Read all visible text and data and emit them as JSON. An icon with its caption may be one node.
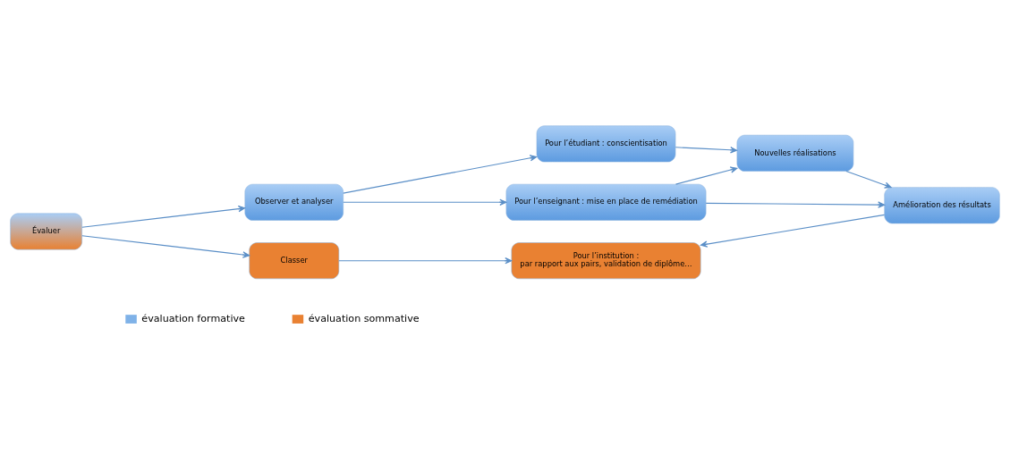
{
  "diagram": {
    "nodes": [
      {
        "text": [
          "Évaluer"
        ]
      },
      {
        "text": [
          "Observer et analyser"
        ]
      },
      {
        "text": [
          "Pour l’étudiant : conscientisation"
        ]
      },
      {
        "text": [
          "Nouvelles réalisations"
        ]
      },
      {
        "text": [
          "Pour l’enseignant : mise en place de remédiation"
        ]
      },
      {
        "text": [
          "Amélioration des résultats"
        ]
      },
      {
        "text": [
          "Classer"
        ]
      },
      {
        "text": [
          "Pour l’institution :",
          "par rapport aux pairs, validation de diplôme…"
        ]
      }
    ],
    "edges": [
      {
        "from": 0,
        "to": 1,
        "arrow": "to"
      },
      {
        "from": 0,
        "to": 6,
        "arrow": "to"
      },
      {
        "from": 1,
        "to": 2,
        "arrow": "to"
      },
      {
        "from": 1,
        "to": 4,
        "arrow": "to"
      },
      {
        "from": 2,
        "to": 3,
        "arrow": "to"
      },
      {
        "from": 4,
        "to": 3,
        "arrow": "to"
      },
      {
        "from": 4,
        "to": 5,
        "arrow": "to"
      },
      {
        "from": 3,
        "to": 5,
        "arrow": "to"
      },
      {
        "from": 5,
        "to": 7,
        "arrow": "to"
      },
      {
        "from": 6,
        "to": 7,
        "arrow": "to"
      }
    ],
    "legend": [
      {
        "text": "évaluation formative",
        "color": "#7fb2e8"
      },
      {
        "text": "évaluation sommative",
        "color": "#e98132"
      }
    ]
  }
}
